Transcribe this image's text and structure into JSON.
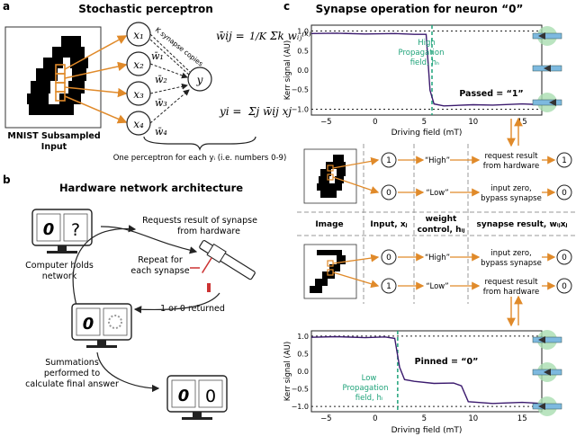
{
  "panel_a": {
    "letter": "a",
    "title": "Stochastic perceptron",
    "caption_line1": "MNIST Subsampled",
    "caption_line2": "Input",
    "inputs": [
      "x₁",
      "x₂",
      "x₃",
      "x₄"
    ],
    "weights": [
      "w̄₁",
      "w̄₂",
      "w̄₃",
      "w̄₄"
    ],
    "output": "y",
    "copies_label": "K synapse copies",
    "eq_w_lhs": "w̄ij =",
    "eq_w_frac": "1/K",
    "eq_w_sum": "Σk wᵢⱼ⁽ᵏ⁾",
    "eq_y_lhs": "yi =",
    "eq_y_sum": "Σj w̄ij xj",
    "brace_label": "One perceptron for each yᵢ (i.e. numbers 0-9)"
  },
  "panel_b": {
    "letter": "b",
    "title": "Hardware network architecture",
    "screen_top_q": "?",
    "screen_top_digit": "0",
    "computer_label_1": "Computer holds",
    "computer_label_2": "network",
    "requests_1": "Requests result of synapse",
    "requests_2": "from hardware",
    "repeat_1": "Repeat for",
    "repeat_2": "each synapse",
    "returned": "1 or 0 returned",
    "summ_1": "Summations",
    "summ_2": "performed to",
    "summ_3": "calculate final answer",
    "final_digit_1": "0",
    "final_digit_2": "0"
  },
  "panel_c": {
    "letter": "c",
    "title": "Synapse operation for neuron “0”",
    "ylabel": "Kerr signal (AU)",
    "xlabel": "Driving field (mT)",
    "xticks": [
      "−5",
      "0",
      "5",
      "10",
      "15"
    ],
    "yticks": [
      "1.0",
      "0.5",
      "0.0",
      "−0.5",
      "−1.0"
    ],
    "top_plot": {
      "field_label_1": "High",
      "field_label_2": "Propagation",
      "field_label_3": "field, hₕ",
      "result": "Passed = “1”"
    },
    "bottom_plot": {
      "field_label_1": "Low",
      "field_label_2": "Propagation",
      "field_label_3": "field, hₗ",
      "result": "Pinned = “0”"
    },
    "headers": {
      "image": "Image",
      "input": "Input, xⱼ",
      "weight_1": "weight",
      "weight_2": "control, hᵢⱼ",
      "synapse": "synapse result, wᵢⱼxⱼ"
    },
    "row1": [
      {
        "input": "1",
        "control": "“High”",
        "result_1": "request result",
        "result_2": "from hardware",
        "out": "1"
      },
      {
        "input": "0",
        "control": "“Low”",
        "result_1": "input zero,",
        "result_2": "bypass synapse",
        "out": "0"
      }
    ],
    "row2": [
      {
        "input": "0",
        "control": "“High”",
        "result_1": "input zero,",
        "result_2": "bypass synapse",
        "out": "0"
      },
      {
        "input": "1",
        "control": "“Low”",
        "result_1": "request result",
        "result_2": "from hardware",
        "out": "0"
      }
    ]
  },
  "chart_data": [
    {
      "type": "line",
      "title": "",
      "xlabel": "Driving field (mT)",
      "ylabel": "Kerr signal (AU)",
      "xlim": [
        -6.5,
        17
      ],
      "ylim": [
        -1.15,
        1.15
      ],
      "x": [
        -6.5,
        -4,
        -1,
        2,
        4,
        5.2,
        5.6,
        6.0,
        7,
        10,
        12,
        15,
        17
      ],
      "y": [
        0.95,
        0.93,
        0.94,
        0.92,
        0.93,
        0.9,
        -0.5,
        -0.88,
        -0.9,
        -0.9,
        -0.88,
        -0.88,
        -0.87
      ],
      "annotations": [
        "High Propagation field, hₕ",
        "Passed = “1”"
      ]
    },
    {
      "type": "line",
      "title": "",
      "xlabel": "Driving field (mT)",
      "ylabel": "Kerr signal (AU)",
      "xlim": [
        -6.5,
        17
      ],
      "ylim": [
        -1.15,
        1.15
      ],
      "x": [
        -6.5,
        -4,
        -1,
        1,
        2,
        2.5,
        3,
        4,
        6,
        8,
        8.8,
        9.5,
        12,
        15,
        17
      ],
      "y": [
        0.98,
        0.97,
        0.97,
        0.96,
        0.95,
        0.1,
        -0.22,
        -0.3,
        -0.33,
        -0.35,
        -0.4,
        -0.88,
        -0.9,
        -0.9,
        -0.9
      ],
      "annotations": [
        "Low Propagation field, hₗ",
        "Pinned = “0”"
      ]
    }
  ]
}
